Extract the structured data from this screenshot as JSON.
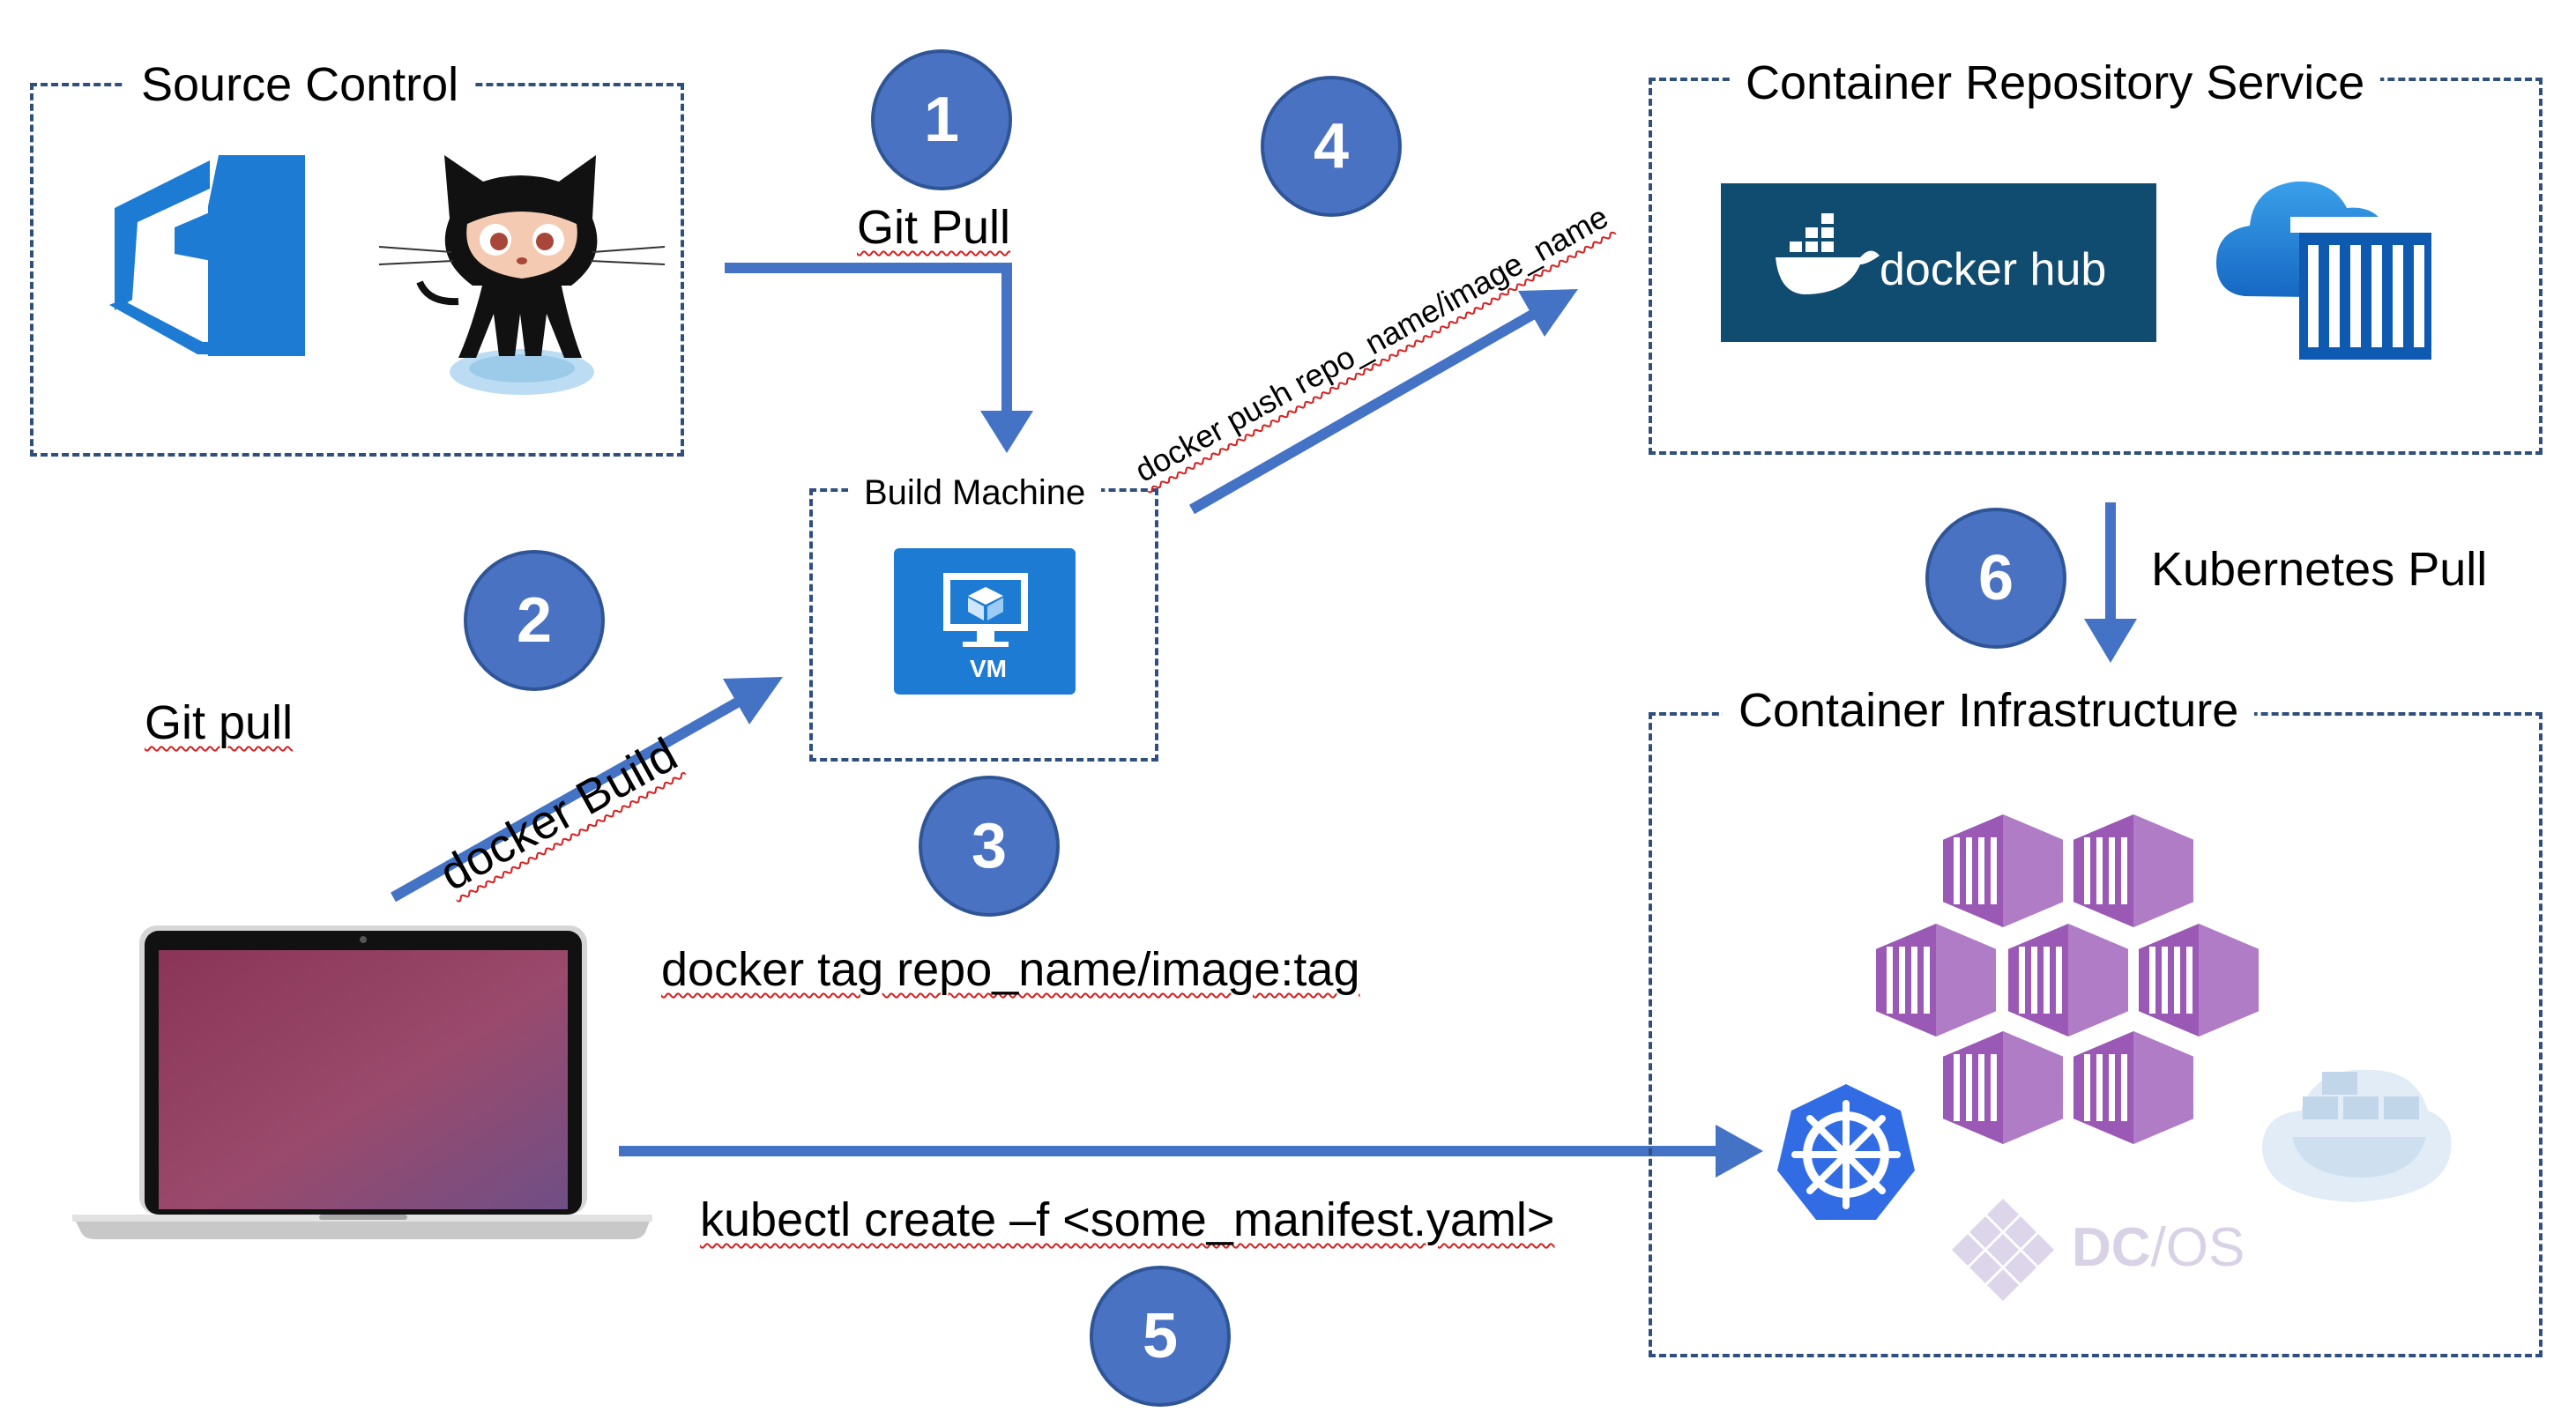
{
  "boxes": {
    "source_control": "Source Control",
    "build_machine": "Build Machine",
    "container_repo": "Container Repository Service",
    "container_infra": "Container Infrastructure"
  },
  "steps": {
    "s1": "1",
    "s2": "2",
    "s3": "3",
    "s4": "4",
    "s5": "5",
    "s6": "6"
  },
  "labels": {
    "git_pull_top": "Git Pull",
    "git_pull_left": "Git pull",
    "docker_build": "docker Build",
    "docker_push": "docker push repo_name/image_name",
    "docker_tag": "docker tag repo_name/image:tag",
    "kubectl": "kubectl create –f <some_manifest.yaml>",
    "kubernetes_pull": "Kubernetes Pull"
  },
  "logos": {
    "docker_hub": "docker hub",
    "vm": "VM",
    "dcos_dc": "DC",
    "dcos_os": "/OS"
  },
  "icons": {
    "azure_devops": "azure-devops-icon",
    "github": "github-octocat-icon",
    "docker_hub": "docker-hub-logo",
    "azure_container_registry": "azure-container-registry-icon",
    "vm": "azure-vm-icon",
    "containers": "container-cluster-icon",
    "kubernetes": "kubernetes-icon",
    "dcos": "dcos-logo",
    "docker_swarm": "docker-swarm-icon",
    "laptop": "laptop-icon"
  },
  "colors": {
    "arrow": "#4472c4",
    "badge": "#4a72c2",
    "docker_hub_bg": "#0f4c6f",
    "azure_blue": "#1e7bd4",
    "container_purple": "#9b59b6",
    "kubernetes_blue": "#326ce5"
  }
}
